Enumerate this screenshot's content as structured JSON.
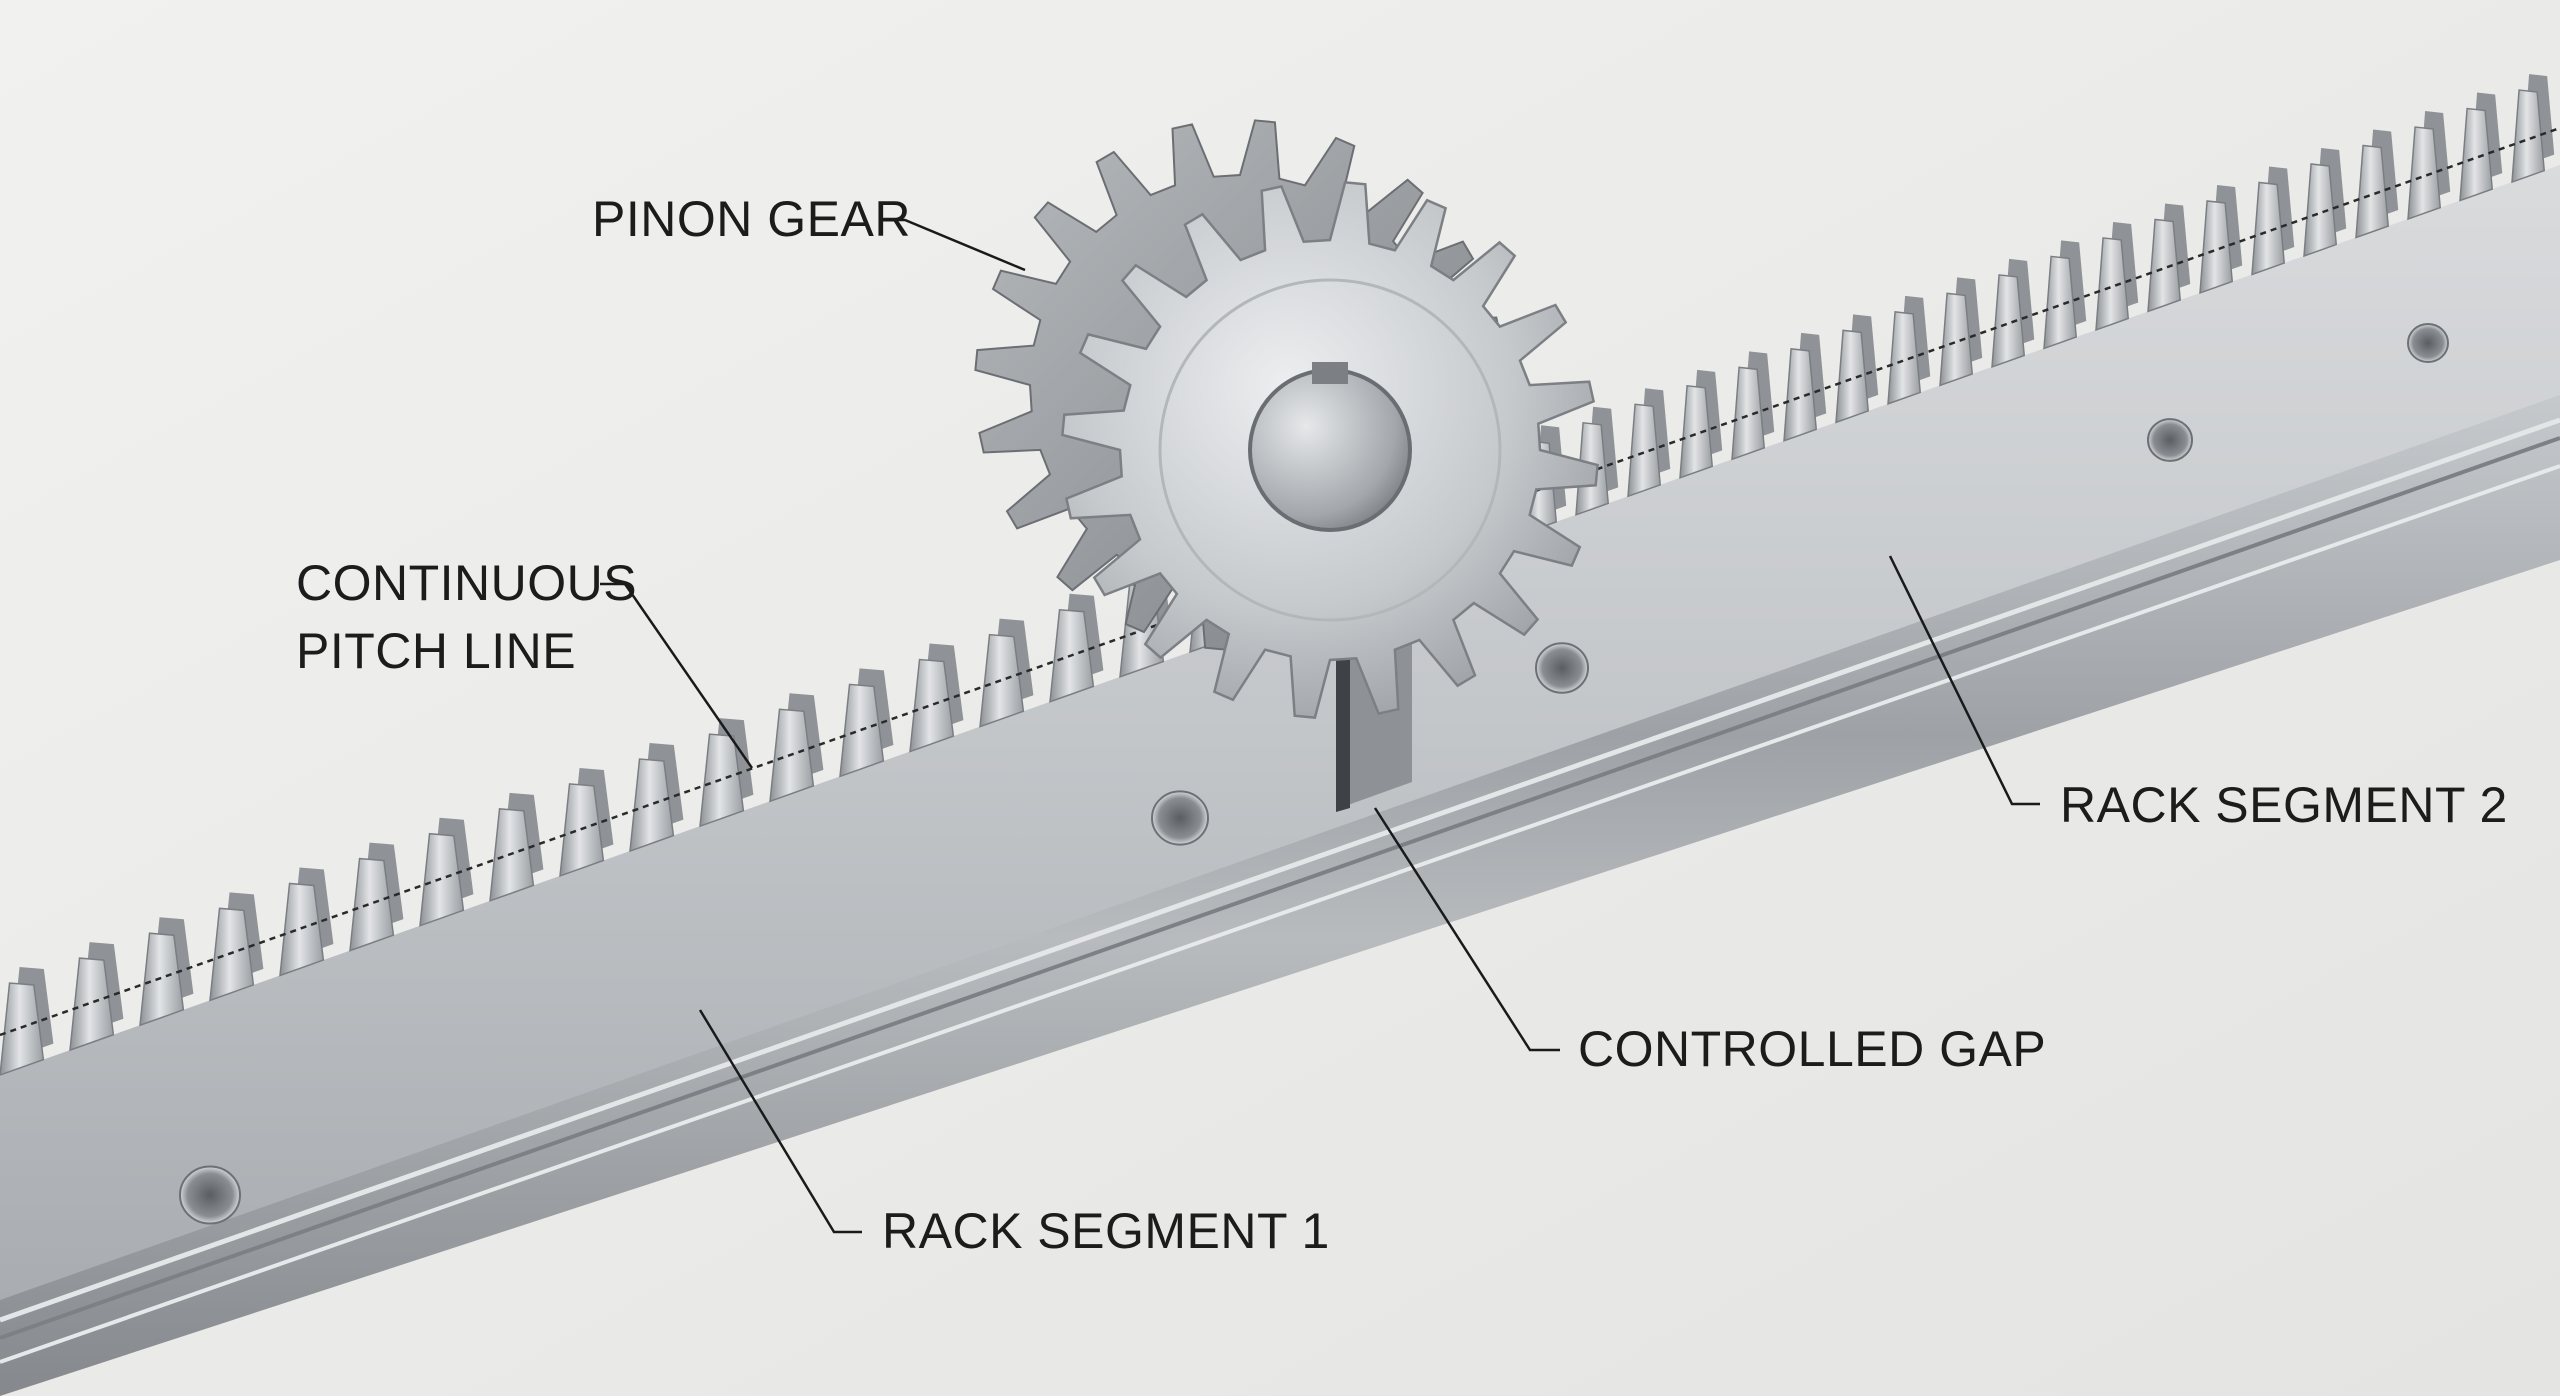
{
  "figure": {
    "subject": "rack-and-pinion assembly with two butted rack segments",
    "colors": {
      "background": "#ebebe9",
      "steel_light": "#d4d6d8",
      "steel_mid": "#a8abae",
      "steel_dark": "#6e7276",
      "label_text": "#1c1c1c",
      "leader_line": "#1a1a1a"
    }
  },
  "labels": {
    "pinion": "PINON GEAR",
    "pitch_line_1": "CONTINUOUS",
    "pitch_line_2": "PITCH LINE",
    "segment_2": "RACK SEGMENT 2",
    "gap": "CONTROLLED GAP",
    "segment_1": "RACK SEGMENT 1"
  },
  "icons": {
    "pinion": "pinion-gear-icon",
    "rack_1": "rack-segment-icon",
    "rack_2": "rack-segment-icon",
    "mounting_hole": "mounting-hole-icon"
  }
}
